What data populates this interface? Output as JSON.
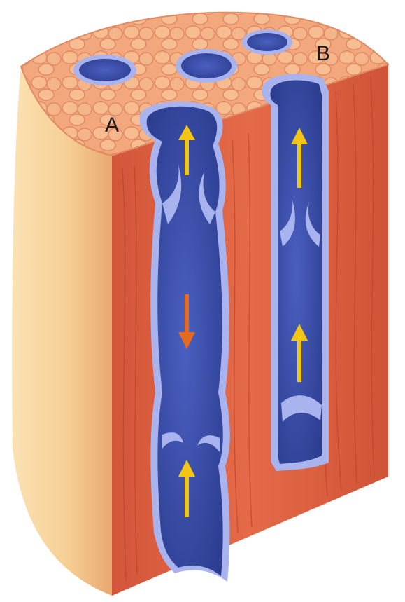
{
  "labels": {
    "vein_a": "A",
    "vein_b": "B"
  },
  "colors": {
    "muscle": "#e0603f",
    "muscle_light": "#f0936c",
    "skin": "#f7d39a",
    "vein_blue": "#3a4fa8",
    "vein_wall": "#a9b4ef",
    "arrow_up": "#f3c514",
    "arrow_down": "#e56a1e"
  },
  "flow": {
    "vein_a": [
      "up",
      "down",
      "up"
    ],
    "vein_b": [
      "up",
      "up"
    ]
  }
}
